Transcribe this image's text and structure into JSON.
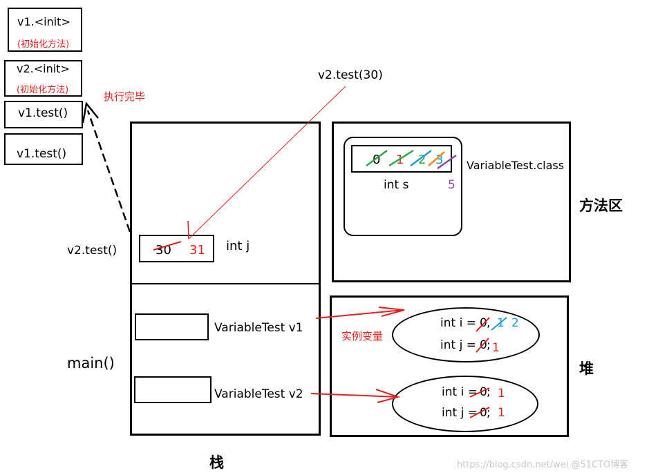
{
  "call_stack": [
    {
      "method": "v1.<init>",
      "note": "(初始化方法)"
    },
    {
      "method": "v2.<init>",
      "note": "(初始化方法)"
    },
    {
      "method": "v1.test()"
    },
    {
      "method": "v1.test()"
    }
  ],
  "annotations": {
    "finished": "执行完毕",
    "call": "v2.test(30)",
    "instance_var": "实例变量"
  },
  "stack": {
    "label": "栈",
    "frame_v2": {
      "label": "v2.test()",
      "old_value": "30",
      "new_value": "31",
      "var_name": "int j"
    },
    "frame_main": {
      "label": "main()",
      "ref1": "VariableTest  v1",
      "ref2": "VariableTest  v2"
    }
  },
  "method_area": {
    "label": "方法区",
    "class_name": "VariableTest.class",
    "var_name": "int s",
    "values": [
      "0",
      "1",
      "2",
      "3"
    ],
    "final_value": "5"
  },
  "heap": {
    "label": "堆",
    "obj1": {
      "i_label": "int i =",
      "i_old": "0",
      "i_mid": "1",
      "i_new": "2",
      "j_label": "int j =",
      "j_old": "0",
      "j_new": "1"
    },
    "obj2": {
      "i_label": "int i =",
      "i_old": "0",
      "i_new": "1",
      "j_label": "int j =",
      "j_old": "0",
      "j_new": "1"
    }
  },
  "watermark": "https://blog.csdn.net/wei  @51CTO博客",
  "colors": {
    "red": "#e02020",
    "blue": "#1e9bd7",
    "green": "#27a844",
    "orange": "#f08a24",
    "purple": "#8e44ad"
  }
}
